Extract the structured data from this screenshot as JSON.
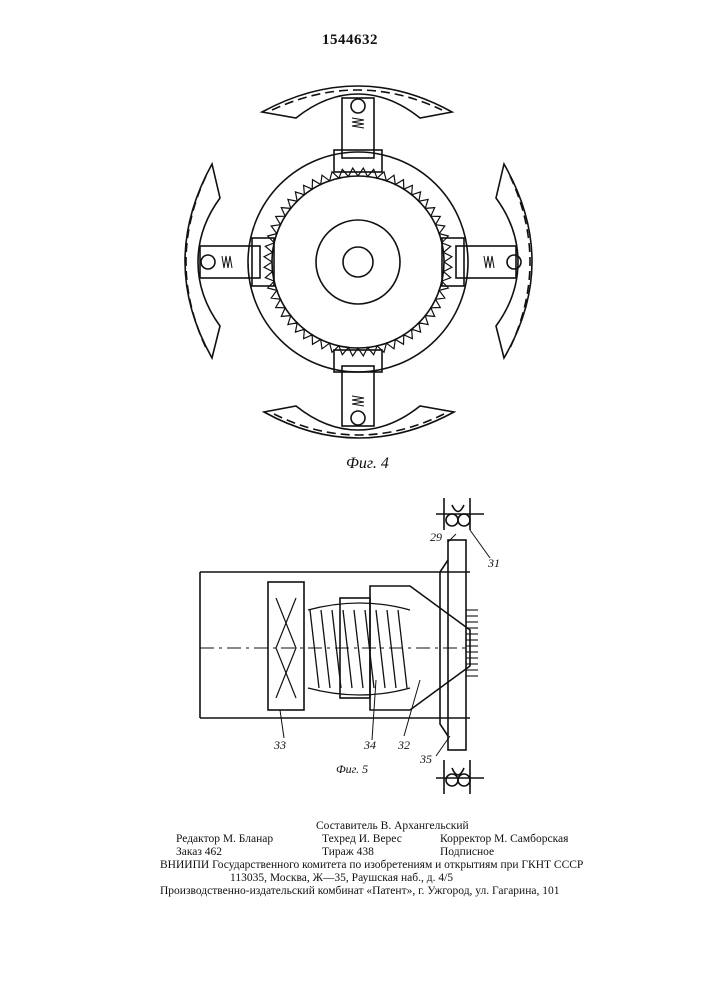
{
  "header": {
    "patent_number": "1544632"
  },
  "figures": {
    "fig4": {
      "caption": "Фиг. 4"
    },
    "fig5": {
      "caption": "Фиг. 5",
      "callouts": {
        "c29": "29",
        "c31": "31",
        "c33": "33",
        "c34": "34",
        "c32": "32",
        "c35": "35"
      }
    }
  },
  "footer": {
    "compiler": "Составитель В. Архангельский",
    "editor": "Редактор М. Бланар",
    "techred": "Техред И. Верес",
    "corrector": "Корректор М. Самборская",
    "order": "Заказ 462",
    "circulation": "Тираж 438",
    "subscription": "Подписное",
    "institute": "ВНИИПИ Государственного комитета по изобретениям и открытиям при ГКНТ СССР",
    "address": "113035, Москва, Ж—35, Раушская наб., д. 4/5",
    "publisher": "Производственно-издательский комбинат «Патент», г. Ужгород, ул. Гагарина, 101"
  }
}
